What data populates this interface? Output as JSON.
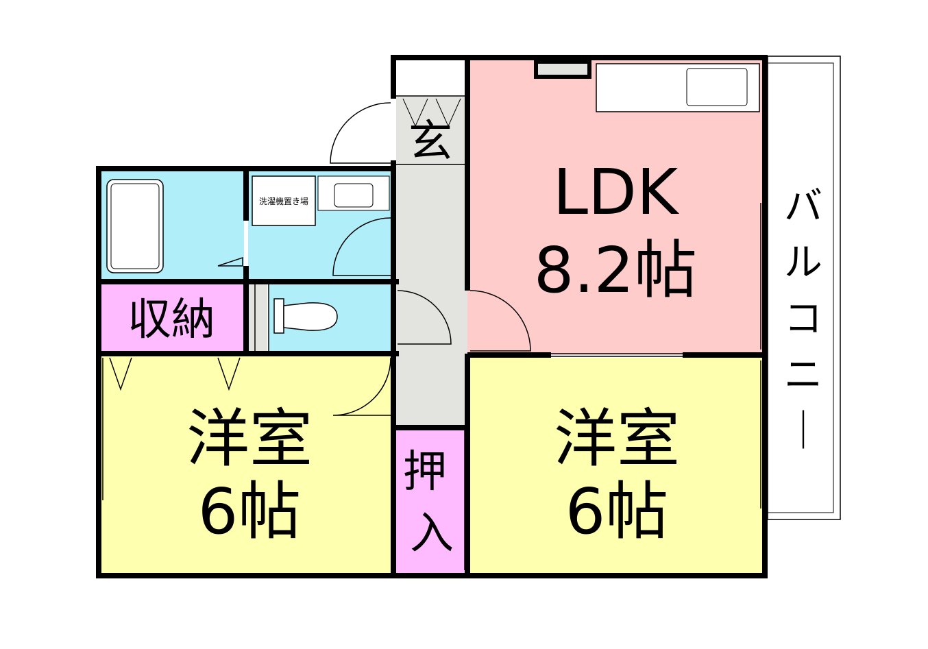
{
  "rooms": {
    "ldk": {
      "name": "LDK",
      "size": "8.2帖",
      "color": "#FFCCCC"
    },
    "western_left": {
      "name": "洋室",
      "size": "6帖",
      "color": "#FFFFB0"
    },
    "western_right": {
      "name": "洋室",
      "size": "6帖",
      "color": "#FFFFB0"
    },
    "storage": {
      "name": "収納",
      "color": "#FFBBFF"
    },
    "closet": {
      "name": "押入",
      "color": "#FFBBFF"
    },
    "entrance": {
      "name": "玄",
      "color": "#E3E3DF"
    },
    "washer": {
      "name": "洗濯機置き場"
    },
    "balcony": {
      "name": "バルコニー"
    }
  },
  "colors": {
    "wet_area": "#B0EEFA",
    "hallway": "#E3E3DF",
    "wall": "#000000"
  }
}
